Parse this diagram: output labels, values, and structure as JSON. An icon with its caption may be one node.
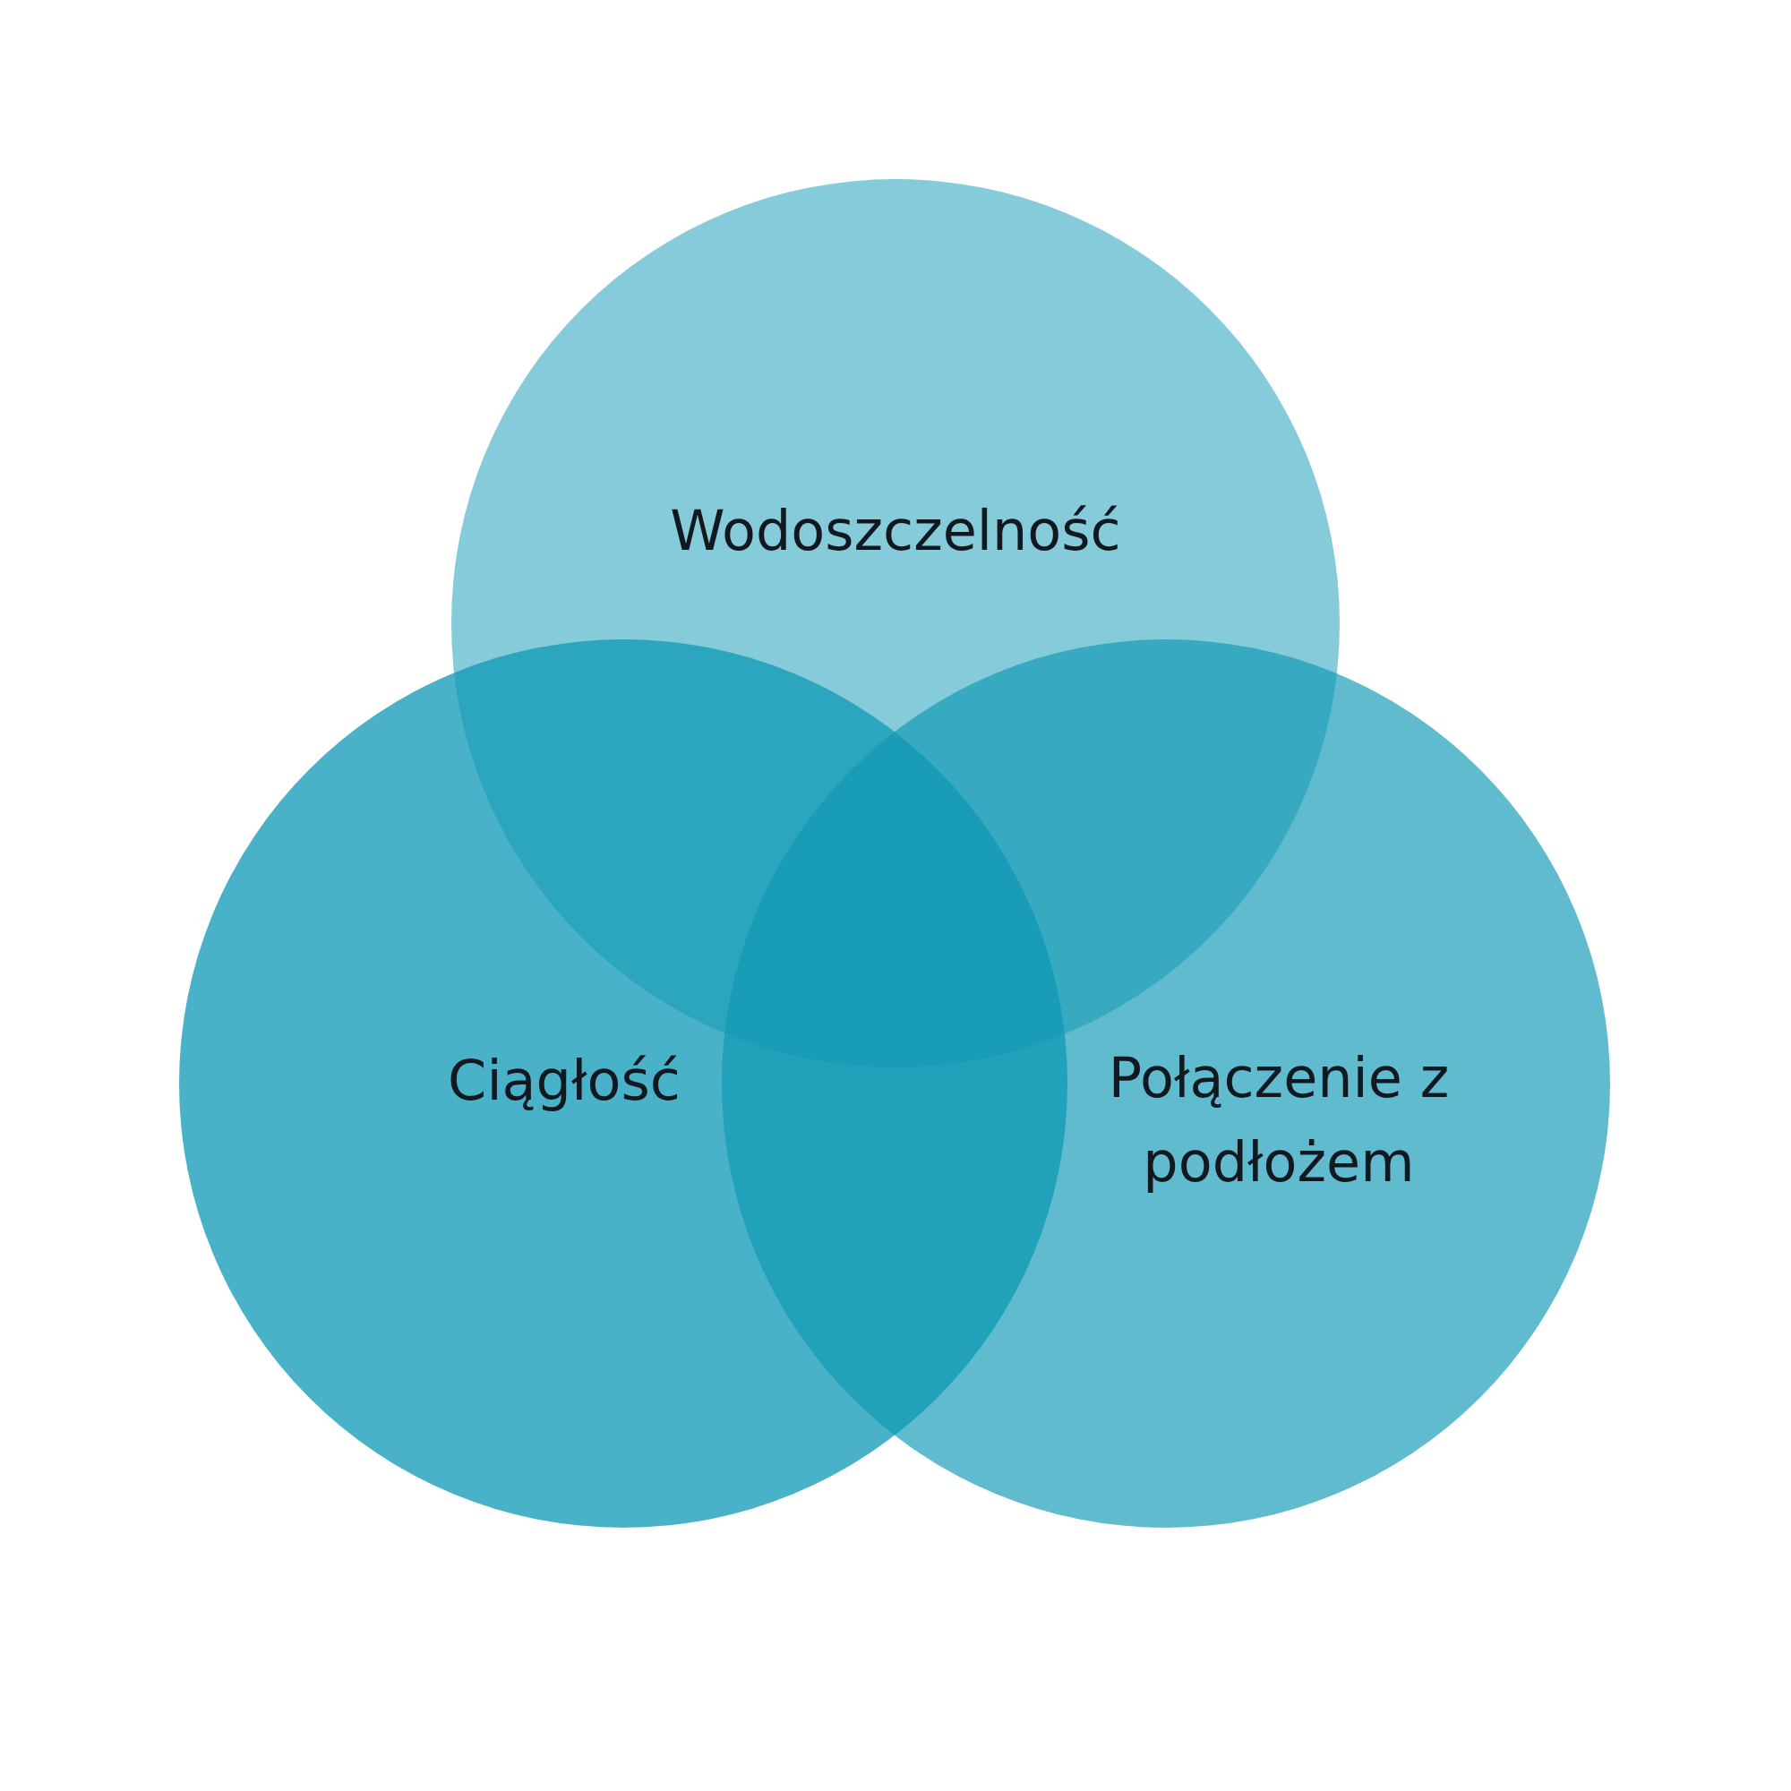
{
  "diagram": {
    "nodes": [
      {
        "text": [
          "Wodoszczelność"
        ]
      },
      {
        "text": [
          "Ciągłość"
        ]
      },
      {
        "text": [
          "Połączenie z podłożem"
        ]
      }
    ]
  }
}
